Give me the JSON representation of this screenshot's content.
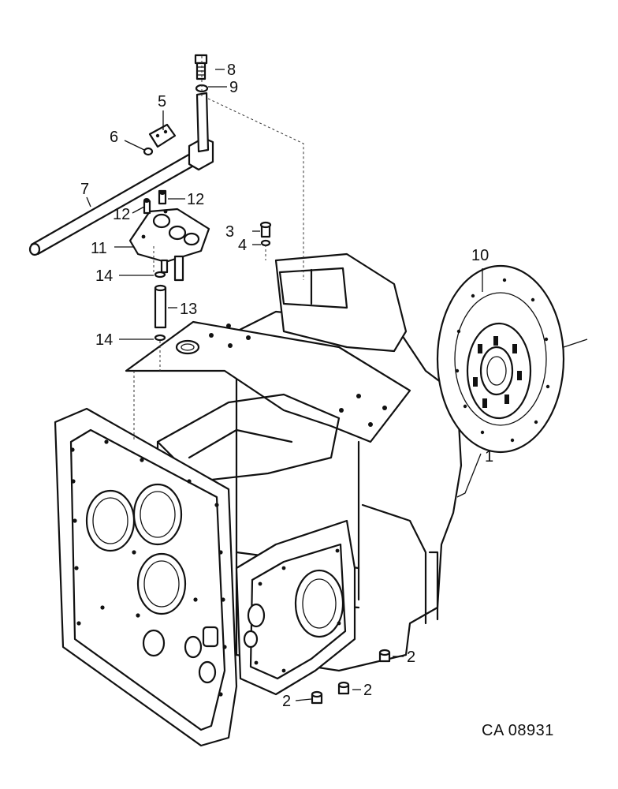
{
  "callouts": {
    "c1": "1",
    "c2a": "2",
    "c2b": "2",
    "c2c": "2",
    "c3": "3",
    "c4": "4",
    "c5": "5",
    "c6": "6",
    "c7": "7",
    "c8": "8",
    "c9": "9",
    "c10": "10",
    "c11": "11",
    "c12a": "12",
    "c12b": "12",
    "c13": "13",
    "c14a": "14",
    "c14b": "14"
  },
  "drawing_code": "CA 08931"
}
